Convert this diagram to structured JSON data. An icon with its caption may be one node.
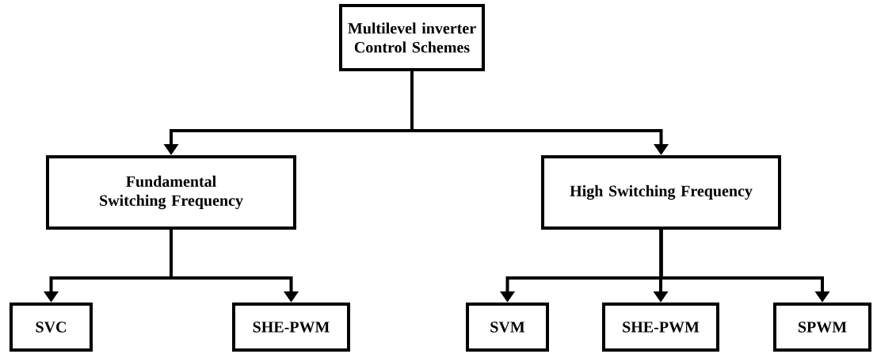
{
  "diagram": {
    "nodes": [
      {
        "text": [
          "Multilevel inverter Control Schemes"
        ]
      },
      {
        "text": [
          "Fundamental Switching Frequency"
        ]
      },
      {
        "text": [
          "High Switching Frequency"
        ]
      },
      {
        "text": [
          "SVC"
        ]
      },
      {
        "text": [
          "SHE-PWM"
        ]
      },
      {
        "text": [
          "SVM"
        ]
      },
      {
        "text": [
          "SHE-PWM"
        ]
      },
      {
        "text": [
          "SPWM"
        ]
      }
    ],
    "edges": [
      {
        "from": 0,
        "to": 1,
        "arrow": "to"
      },
      {
        "from": 0,
        "to": 2,
        "arrow": "to"
      },
      {
        "from": 1,
        "to": 3,
        "arrow": "to"
      },
      {
        "from": 1,
        "to": 4,
        "arrow": "to"
      },
      {
        "from": 2,
        "to": 5,
        "arrow": "to"
      },
      {
        "from": 2,
        "to": 6,
        "arrow": "to"
      },
      {
        "from": 2,
        "to": 7,
        "arrow": "to"
      }
    ]
  }
}
